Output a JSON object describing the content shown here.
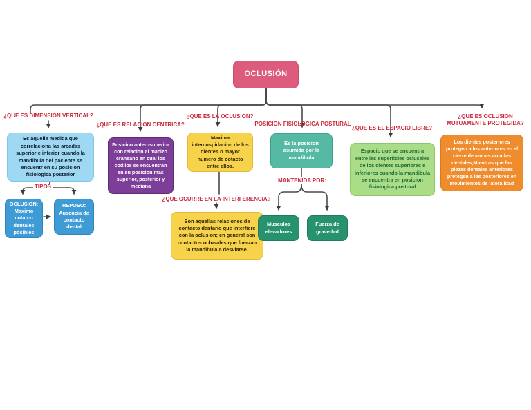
{
  "palette": {
    "root_pink": "#dd5c7e",
    "heading_red": "#cb2a3c",
    "light_blue": "#9ed8f3",
    "blue": "#3e9bd6",
    "purple": "#7c3e99",
    "yellow": "#f7d34c",
    "teal": "#55b9a4",
    "dark_green": "#27926e",
    "light_green": "#abdc88",
    "orange": "#ef8c2d",
    "connector_gray": "#4a4a4a"
  },
  "root": {
    "label": "OCLUSIÓN"
  },
  "columns": [
    {
      "heading": "¿QUE ES DIMENSION VERTICAL?",
      "box": "Es aquella medida que correlaciona las arcadas superior e inferior cuando la mandibula del paciente se encuentr en su posicion fisiologica posterior",
      "sub_heading": "TIPOS",
      "children": [
        "OCLUSION: Maximo cotatco dentales posibles",
        "REPOSO: Ausencia de contacto dental"
      ]
    },
    {
      "heading": "¿QUE ES RELACION CENTRICA?",
      "box": "Posicion anterosuperior con relacion al macizo craneano en cual los codilos se encuentran en su posicion mas superior, posterior y mediana"
    },
    {
      "heading": "¿QUE ES LA OCLUSION?",
      "box": "Maxima intercuspidacion de los dientes o mayor numero de cotacto entre ellos.",
      "sub_heading": "¿QUE OCURRE EN LA INTERFERENCIA?",
      "sub_box": "Son aquellas relaciones de contacto dentario que interfiere con la oclusion; en general son contactos oclusales que fuerzan la mandibula a desviarse."
    },
    {
      "heading": "POSICION FISIOLOGICA POSTURAL",
      "box": "Es la posicion asumida por la mandibula",
      "sub_heading": "MANTENIDA POR:",
      "children": [
        "Musculos elevadores",
        "Fuerza de gravedad"
      ]
    },
    {
      "heading": "¿QUE ES EL ESPACIO LIBRE?",
      "box": "Espacio que se encuentra entre las superficies oclusales de los dientes superiores e inferiores cuando la mandibula se encuentra en posicion fisiologica postural"
    },
    {
      "heading": "¿QUE ES OCLUSION MUTUAMENTE PROTEGIDA?",
      "box": "Los dientes posteriores protegen a los anteriores en el cierre de ambas arcadas dentales,Mientras que las piezas dentales anteriores protegen a las posteriores en movimientos de lateralidad"
    }
  ]
}
